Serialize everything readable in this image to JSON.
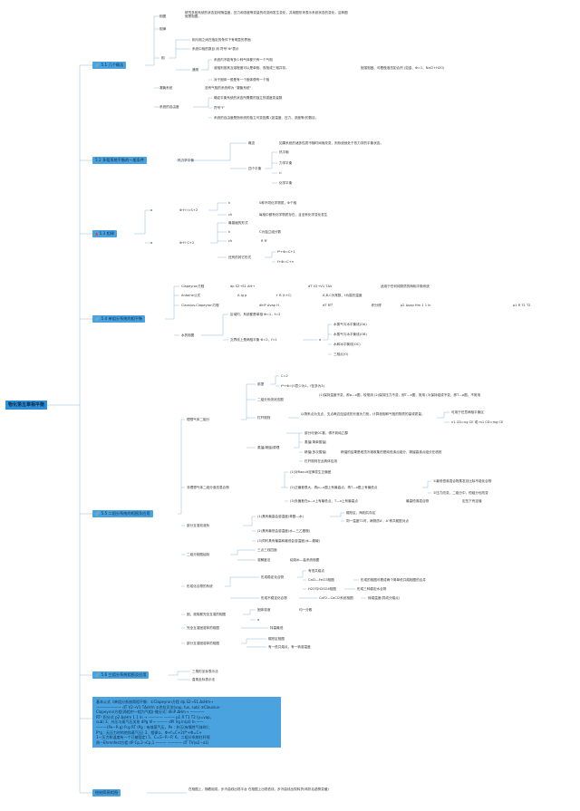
{
  "root": "物化第五章相平衡",
  "branches": {
    "b1": {
      "label": "5.1 几个概念",
      "items": {
        "phase_diagram": {
          "label": "相图",
          "desc": "研究多相系统的状态如何随温度，压力和浓度等变量的改变而发生变化，并用图形来表示系统状态的变化，这种图就是相图。"
        },
        "phase": {
          "label": "相律"
        },
        "phase_label": "相",
        "phase_interface": "相与相之间在指定的条件下有明显的界面",
        "phase_count": "系统中相的数目 用 符号\"Φ\"表示",
        "usual": "通常",
        "gas": "系统内不能有多少种气体都只有一个气相",
        "liquid": "液相则按其互溶程度可以是单相、双相或三相共存。",
        "solid": "对于固体一般是有一个固体便有一个相",
        "solid_note": "固溶相固、可看做液态如合剂 (如金、Φ=1，NaCl+H2O)",
        "homogeneous": {
          "label": "凝聚系统",
          "desc": "没有气相的系统称为 \"凝聚系统\""
        },
        "freedom": {
          "label": "系统的自由度",
          "d1": "确定平衡系统的状态所需要的独立的强度变量数",
          "d2": "符号\"f\"",
          "d3": "系统的自由度是指系统的独立可变因素 (如温度、压力、浓度等)的数目。"
        }
      }
    },
    "b2": {
      "label": "5.2 多相系统平衡的一般条件",
      "thermo": "热力学平衡",
      "concept": {
        "label": "概念",
        "desc": "如果系统的诸多性质不随时间而改变，则系统就处于热力学的平衡状态。"
      },
      "four": {
        "label": "四个平衡",
        "items": [
          "热平衡",
          "力学平衡",
          "rl",
          "化学平衡"
        ]
      }
    },
    "b3": {
      "label": "5.3 相律",
      "a1": {
        "sym": "a",
        "formula": "Φ·f·l·l=S+2",
        "k": "k",
        "k_desc": "S种不同化学物质，Φ个相",
        "ch": "ch",
        "ch_desc": "每相中都有化学物质存在，且没有化学变化发生"
      },
      "a2": {
        "sym": "a",
        "formula": "Φ·f·l·C+2",
        "general": "最普遍的形式",
        "k": "k",
        "k_desc": "C为独立组分数",
        "ch": "ch",
        "ch_sym": "R  R'",
        "other": "还有的其它形式",
        "f1": "f*+Φ=C+1",
        "f2": "f+Φ=C+n"
      }
    },
    "b4": {
      "label": "5.4 单组分系统的相平衡",
      "clapeyron": {
        "label": "Clapeyron方程",
        "f": "dp S2→S1 ΔH→",
        "f2": "dT V2→V1 TΔV",
        "desc": "适用于任何纯物质的两相平衡系统"
      },
      "antoine": {
        "label": "Antoine公式",
        "f": "A lg p",
        "f2": "+ B (t+C)",
        "desc": "A,B,C为常数，t为摄氏温度"
      },
      "cc": {
        "label": "Clausius-Clapeyron方程",
        "f": "dlnP Δvap H",
        "f2": "dT RT²",
        "mid": "积分得",
        "f3": "p2 Δvap Hm 1 1 ln",
        "f4": "p1 R T1 T2"
      },
      "water": {
        "label": "水的相图",
        "region": "区域内，系统都是单相 Φ=1，f=2",
        "cross": "交界线上是两相平衡 Φ=2，f=1",
        "a": "a",
        "items": [
          "水蒸气与冰平衡线(OA)",
          "水蒸气与冰平衡线(OB)",
          "水和冰平衡线(OC)",
          "三相点(O)"
        ]
      }
    },
    "b5": {
      "label": "5.5 二组分系统的相图及应用",
      "ideal": {
        "label": "理想气体二组分",
        "premise": {
          "label": "前提",
          "c1": "C=2",
          "c2": "f*+Φ=(0意少为1，f至多为3)"
        },
        "vl": {
          "label": "二组分系统状态图",
          "desc": "(1)保持温度不变，即p—x图，较常用 (2)保持压力不变，即T—x图，常用 (3)保持组成不变，即T—p图，不常用"
        },
        "lever": {
          "label": "杠杆规则",
          "desc": "以物系点为支点，支点两边连结线的长度为力矩，计算液相和气相的物质的量或质量。",
          "r1": "可用于任意两相平衡区",
          "r2": "n1 CD=ng CE 或 m1 CD=mg CE"
        },
        "distill": {
          "label": "蒸馏(精馏)原理",
          "i1": "部分可使0C凝，得不到纯乙醇",
          "i2": "蒸馏(简单蒸馏)",
          "i3": "精馏(多次蒸馏)",
          "i3d": "精馏的结果是塔顶冷凝收集的是纯低沸点组分，精馏高沸点组分在塔底",
          "i4": "杠杆规则在此具体应用"
        }
      },
      "nonideal": {
        "label": "非理想气体二组分液态混合物",
        "i1": "(1)对Raoult定律发生正偏差",
        "i2": "(2)正偏差很大，再p—x图上有最高点，再T—x图上有最低点",
        "i2a": "①最低恒沸混合物蒸发总比除不能化合物",
        "i2b": "②压力改变，二组分中，恒组分也改变",
        "i3": "(3)负偏差在p—x上有最低点，T—x上有最高点",
        "i3d": "最高恒沸混合物",
        "i3e": "定压下有定值"
      },
      "partial": {
        "label": "部分互溶双液系",
        "i1": "(1)具有最高会溶温度(苯酚—水)",
        "i1a": "帽形区，两相共存区",
        "i1b": "同一温度T1时，两物质A′，A″称共轭配对点",
        "i2": "(2)具有最低会溶温度(水—三乙基胺)",
        "i3": "(3)同时具有最高和最低会溶温度(水—烟碱)"
      },
      "immiscible": {
        "label": "二组分相图绘制",
        "i1": "三点三线四面",
        "i2": "溶解度法",
        "i2d": "绘制水—盐系统相图"
      },
      "compound": {
        "label": "形成化合物的系统",
        "stable": {
          "label": "形成稳定化合物",
          "i1": "有低共熔点",
          "i2": "CaCl—FeCl3相图",
          "i2d": "形成的相图可看成两个简单低共熔相图的合并",
          "i3": "H2O与H2SO4相图",
          "i3d": "形成三种稳定水合物"
        },
        "unstable": {
          "label": "形成不稳定化合物",
          "i1": "CaF2—CaCl2系统相图",
          "i1d": "转熔温度(异成分熔点)"
        }
      },
      "solid_sol": {
        "label": "固、液相都完全互溶的相图",
        "i1": "固体溶液",
        "i1d": "均一分散",
        "i2": "a"
      },
      "complete": {
        "label": "完全互溶固溶体的相图",
        "i1": "特高最低"
      },
      "part_solid": {
        "label": "部分互溶固溶体的相图",
        "i1": "帽形区相图",
        "i2": "有一低共熔点，有一转溶温度"
      }
    },
    "b6": {
      "label": "5.6 三组分系统相图及应用",
      "i1": "三角形坐标表示法",
      "i2": "直角坐标表示法"
    },
    "summary": [
      "基本公式《单组分系统两相平衡：①Clapeyron方程 dp S2→S1 ΔsHm→",
      "——————— dT V2→V1 TΔsVm ②克拉贝龙(vap, fus, sub) ③Clausius-",
      "Clapeyron方程(两相中一相为气相)-微分式: dlnP ΔHm→  ————",
      "RT² 积分式 p2 ΔsHm 1 1 ln → ———— ——— p1 R T1 T2 (γ=vap,",
      "sub) 3、外压与蒸气压关系 dPg Vl→ ——— dPl Vg ln(pl) ln ——",
      "———(Pe−Pᵥg) Pᵥg RT (Pg : 有效蒸气压，Pe : 外压(有惰性气体时)；",
      "P*g : 无压力时的饱和蒸气压) 3、相律①、Φ+f=C+2(f*+Φ=C+",
      "1—压力和温度有一个已被固定) 5、C=S−R−R′ 6、二组分系统杠杆规",
      "则—Ehrenfest方程 dP Cp,2→Cp,1 ——— ———— dT TV(α2−α1)"
    ],
    "b7": {
      "label": "绘制简易相图",
      "desc": "在相图上，随着组成，步冷曲线出现平台 在相图上出现低线，步冷曲线出现转折(转折后趋势变缓)"
    }
  }
}
